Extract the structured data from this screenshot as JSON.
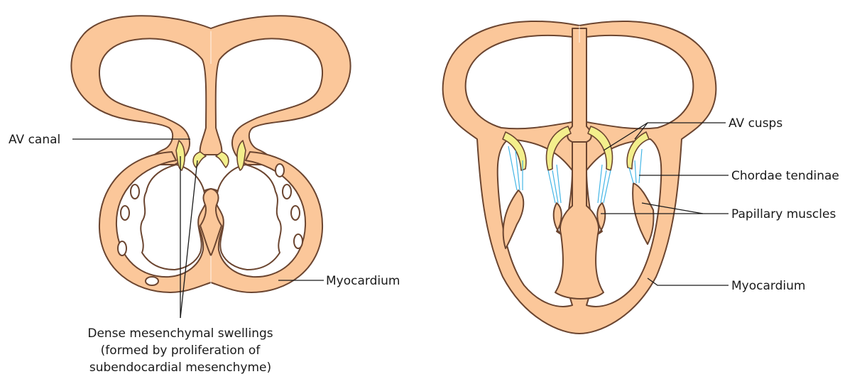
{
  "left_diagram": {
    "labels": {
      "av_canal": "AV canal",
      "myocardium": "Myocardium",
      "swellings_line1": "Dense mesenchymal swellings",
      "swellings_line2": "(formed by proliferation of",
      "swellings_line3": "subendocardial mesenchyme)"
    }
  },
  "right_diagram": {
    "labels": {
      "av_cusps": "AV cusps",
      "chordae_tendinae": "Chordae tendinae",
      "papillary_muscles": "Papillary muscles",
      "myocardium": "Myocardium"
    }
  },
  "colors": {
    "myocardium": "#fbc79a",
    "cusp": "#f3ef8c",
    "chordae": "#45b6e6",
    "outline": "#6b4530"
  }
}
